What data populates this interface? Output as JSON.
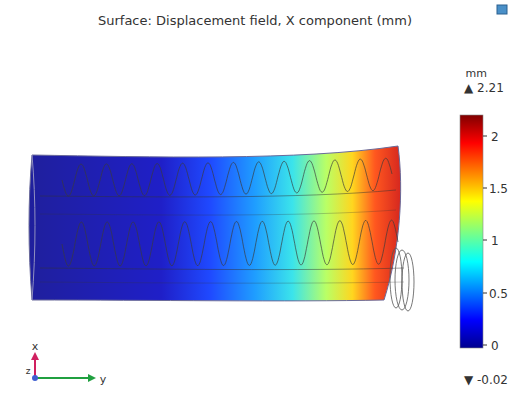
{
  "diagram": {
    "title": "Surface: Displacement field, X component (mm)",
    "labels": [
      "mm",
      "▲ 2.21",
      "2",
      "1.5",
      "1",
      "0.5",
      "0",
      "▼ -0.02",
      "x",
      "z",
      "y"
    ]
  }
}
